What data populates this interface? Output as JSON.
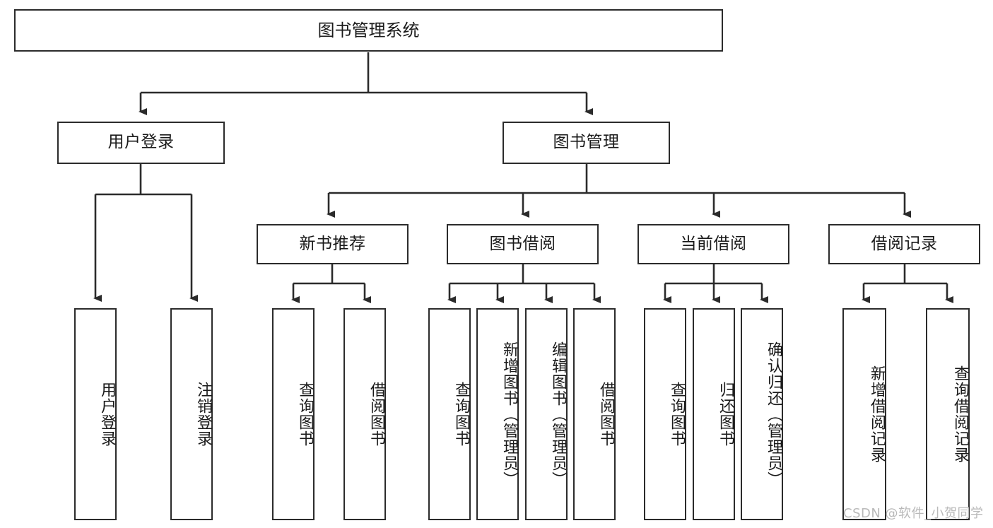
{
  "diagram": {
    "type": "tree-hierarchy",
    "title": "图书管理系统",
    "root": {
      "id": "root",
      "label": "图书管理系统"
    },
    "level2": [
      {
        "id": "user-login",
        "label": "用户登录"
      },
      {
        "id": "book-mgmt",
        "label": "图书管理"
      }
    ],
    "level3": [
      {
        "id": "new-book-rec",
        "label": "新书推荐",
        "parent": "book-mgmt"
      },
      {
        "id": "book-borrow",
        "label": "图书借阅",
        "parent": "book-mgmt"
      },
      {
        "id": "current-borrow",
        "label": "当前借阅",
        "parent": "book-mgmt"
      },
      {
        "id": "borrow-record",
        "label": "借阅记录",
        "parent": "book-mgmt"
      }
    ],
    "leaves": {
      "user-login": [
        {
          "id": "leaf-user-login",
          "label": "用户登录"
        },
        {
          "id": "leaf-user-logout",
          "label": "注销登录"
        }
      ],
      "new-book-rec": [
        {
          "id": "leaf-query-book-1",
          "label": "查询图书"
        },
        {
          "id": "leaf-borrow-book-1",
          "label": "借阅图书"
        }
      ],
      "book-borrow": [
        {
          "id": "leaf-query-book-2",
          "label": "查询图书"
        },
        {
          "id": "leaf-add-book",
          "label": "新增图书（管理员）"
        },
        {
          "id": "leaf-edit-book",
          "label": "编辑图书（管理员）"
        },
        {
          "id": "leaf-borrow-book-2",
          "label": "借阅图书"
        }
      ],
      "current-borrow": [
        {
          "id": "leaf-query-book-3",
          "label": "查询图书"
        },
        {
          "id": "leaf-return-book",
          "label": "归还图书"
        },
        {
          "id": "leaf-confirm-return",
          "label": "确认归还（管理员）"
        }
      ],
      "borrow-record": [
        {
          "id": "leaf-add-record",
          "label": "新增借阅记录"
        },
        {
          "id": "leaf-query-record",
          "label": "查询借阅记录"
        }
      ]
    },
    "colors": {
      "border": "#2b2b2b",
      "background": "#ffffff",
      "text": "#1a1a1a",
      "connector": "#2b2b2b",
      "watermark": "#b9b9b9"
    }
  },
  "watermark": {
    "text": "CSDN @软件_小贺同学"
  }
}
